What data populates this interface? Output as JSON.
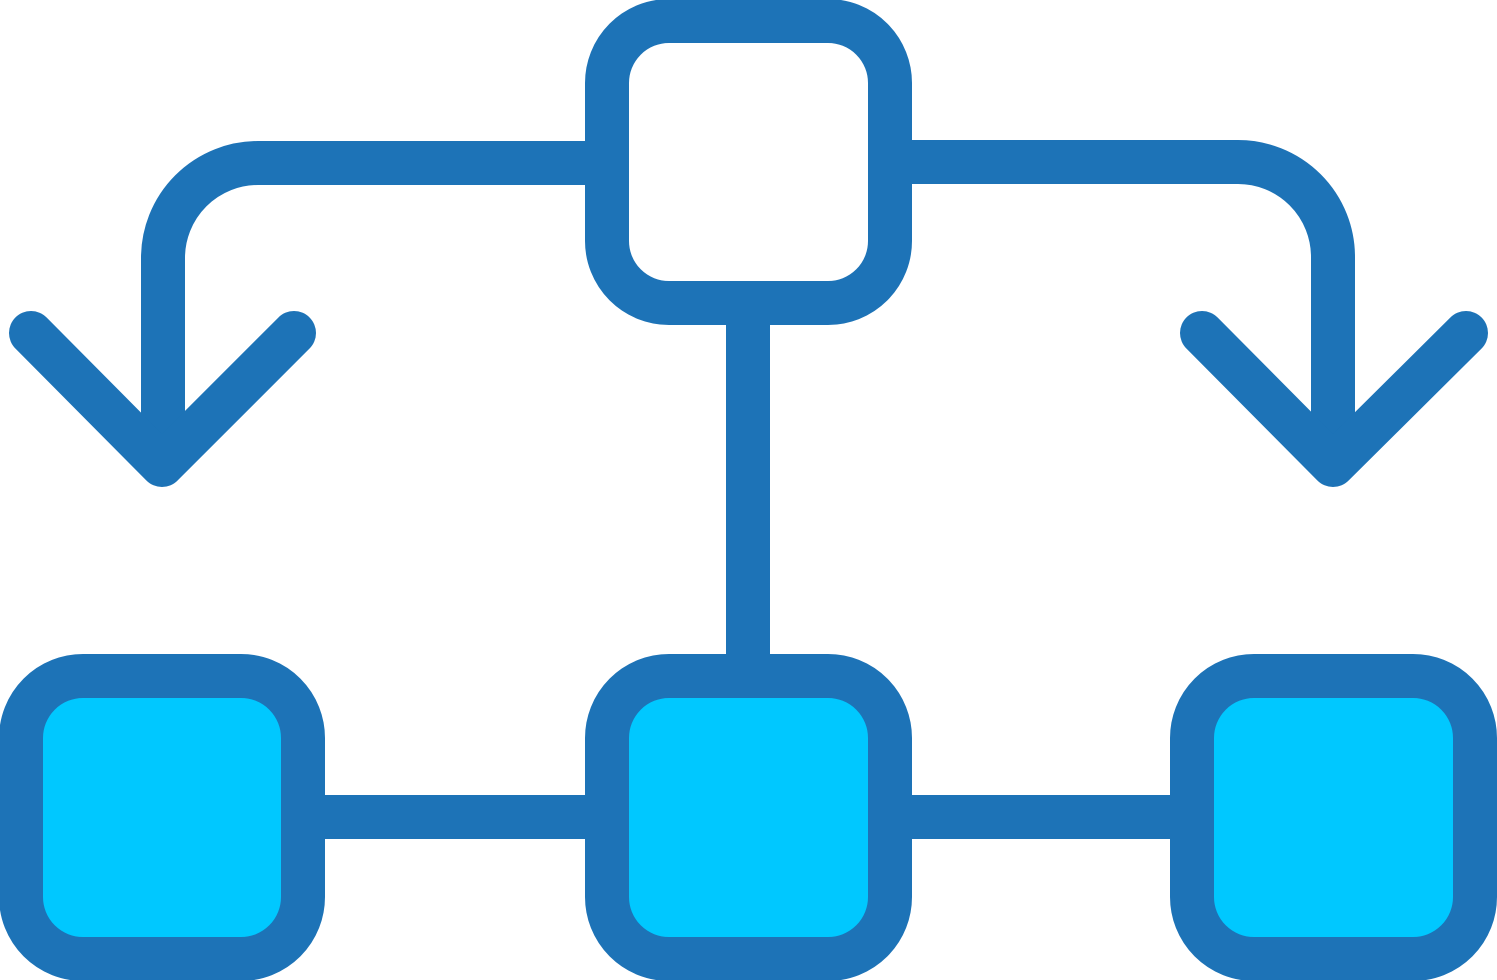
{
  "icon": {
    "name": "hierarchy-flow-icon",
    "nodes": [
      {
        "id": "top",
        "role": "parent",
        "filled": false
      },
      {
        "id": "bottom-left",
        "role": "child",
        "filled": true
      },
      {
        "id": "bottom-center",
        "role": "child",
        "filled": true
      },
      {
        "id": "bottom-right",
        "role": "child",
        "filled": true
      }
    ],
    "edges": [
      {
        "from": "top",
        "to": "bottom-left",
        "style": "curved-arrow"
      },
      {
        "from": "top",
        "to": "bottom-right",
        "style": "curved-arrow"
      },
      {
        "from": "top",
        "to": "bottom-center",
        "style": "line"
      },
      {
        "from": "bottom-left",
        "to": "bottom-center",
        "style": "line"
      },
      {
        "from": "bottom-center",
        "to": "bottom-right",
        "style": "line"
      }
    ],
    "colors": {
      "stroke": "#1d73b7",
      "fill": "#00c8ff",
      "background": "#ffffff"
    }
  }
}
